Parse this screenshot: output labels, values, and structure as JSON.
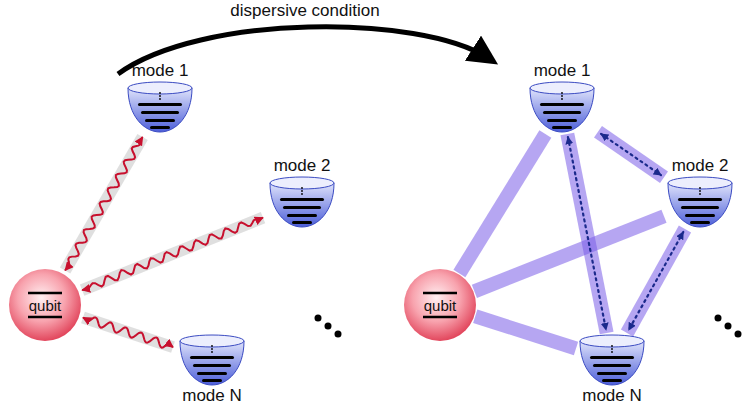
{
  "diagram": {
    "nodes": [
      {
        "text": [
          "qubit"
        ]
      },
      {
        "text": [
          "mode 1"
        ]
      },
      {
        "text": [
          "mode 2"
        ]
      },
      {
        "text": [
          "mode N"
        ]
      },
      {
        "text": [
          "qubit"
        ]
      },
      {
        "text": [
          "mode 1"
        ]
      },
      {
        "text": [
          "mode 2"
        ]
      },
      {
        "text": [
          "mode N"
        ]
      }
    ],
    "edges": [
      {
        "from": 0,
        "to": 1,
        "arrow": "both"
      },
      {
        "from": 0,
        "to": 2,
        "arrow": "both"
      },
      {
        "from": 0,
        "to": 3,
        "arrow": "both"
      },
      {
        "from": 4,
        "to": 5,
        "arrow": "none"
      },
      {
        "from": 4,
        "to": 6,
        "arrow": "none"
      },
      {
        "from": 4,
        "to": 7,
        "arrow": "none"
      },
      {
        "from": 5,
        "to": 6,
        "arrow": "both"
      },
      {
        "from": 5,
        "to": 7,
        "arrow": "both"
      },
      {
        "from": 6,
        "to": 7,
        "arrow": "both"
      }
    ],
    "labels": [
      "dispersive condition"
    ]
  }
}
